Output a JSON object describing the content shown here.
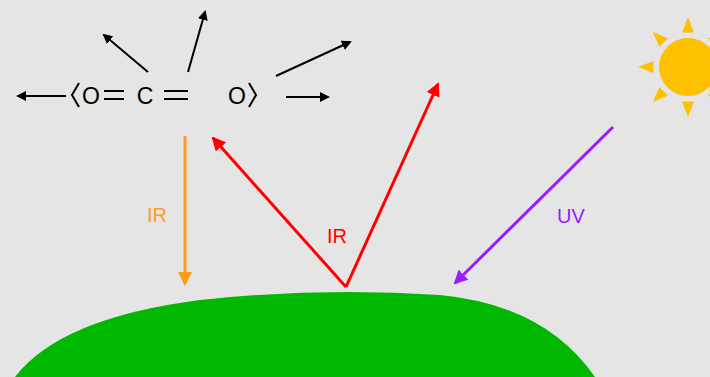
{
  "diagram": {
    "labels": [
      "O",
      "C",
      "O",
      "IR",
      "IR",
      "UV"
    ]
  }
}
